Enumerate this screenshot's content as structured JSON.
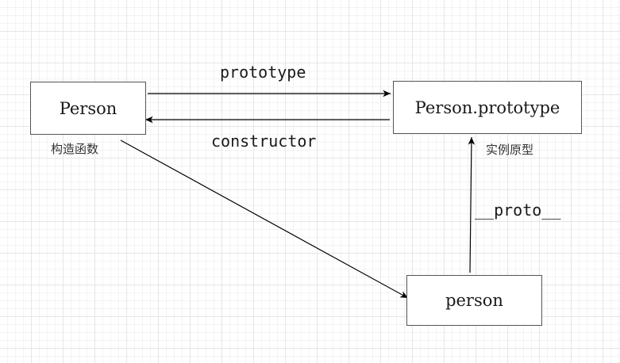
{
  "nodes": {
    "person_ctor": "Person",
    "person_prototype": "Person.prototype",
    "person_instance": "person"
  },
  "edges": {
    "prototype": "prototype",
    "constructor": "constructor",
    "proto": "__proto__"
  },
  "notes": {
    "constructor_function": "构造函数",
    "instance_prototype": "实例原型"
  },
  "colors": {
    "line": "#000000",
    "border": "#555555",
    "grid": "#e6e6e6"
  }
}
